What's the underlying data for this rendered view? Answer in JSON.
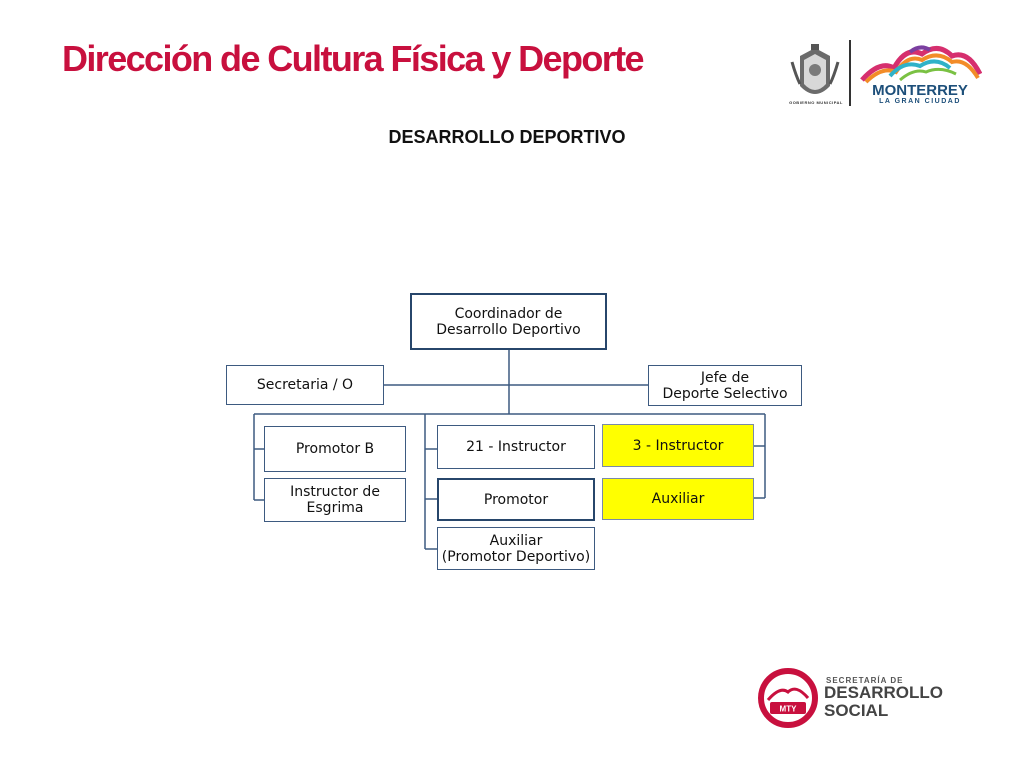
{
  "header": {
    "title": "Dirección de Cultura Física y Deporte",
    "subtitle": "DESARROLLO DEPORTIVO"
  },
  "logos": {
    "crest_caption": "GOBIERNO MUNICIPAL",
    "monterrey_name": "MONTERREY",
    "monterrey_tagline": "LA GRAN CIUDAD",
    "social_badge": "MTY",
    "social_line1": "SECRETARÍA DE",
    "social_line2": "DESARROLLO",
    "social_line3": "SOCIAL"
  },
  "org_chart": {
    "root": "Coordinador  de\nDesarrollo Deportivo",
    "left_staff": "Secretaria / O",
    "right_staff": "Jefe de\nDeporte Selectivo",
    "col_left": [
      "Promotor B",
      "Instructor de\nEsgrima"
    ],
    "col_center": [
      "21 - Instructor",
      "Promotor",
      "Auxiliar\n(Promotor Deportivo)"
    ],
    "col_right": [
      "3 - Instructor",
      "Auxiliar"
    ]
  },
  "colors": {
    "title": "#c8103e",
    "box_border": "#3d5a80",
    "highlight": "#ffff00",
    "connector": "#3d5a80"
  }
}
